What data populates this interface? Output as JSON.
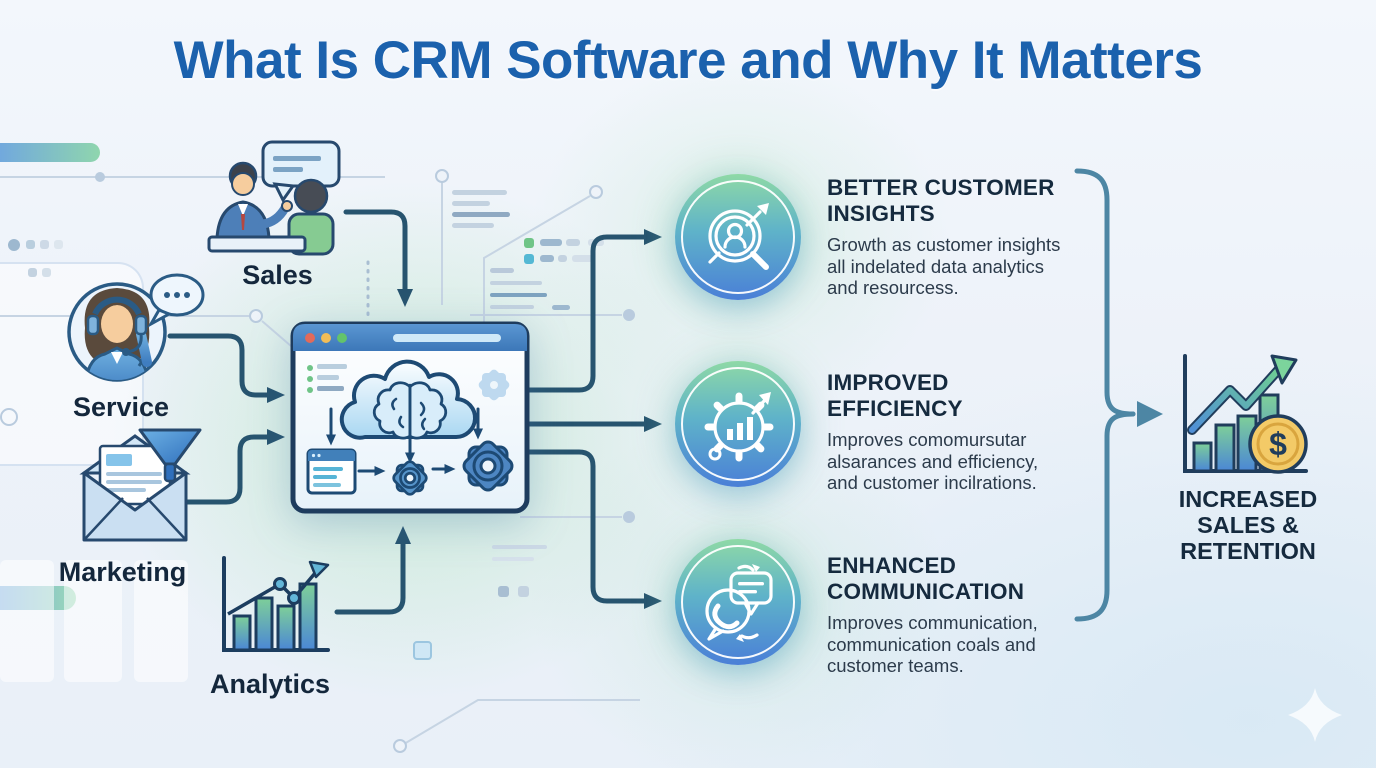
{
  "title": "What Is CRM Software and Why It Matters",
  "modules": [
    {
      "id": "sales",
      "label": "Sales",
      "icon": "salesperson-customer-icon"
    },
    {
      "id": "service",
      "label": "Service",
      "icon": "support-agent-headset-icon"
    },
    {
      "id": "marketing",
      "label": "Marketing",
      "icon": "email-funnel-icon"
    },
    {
      "id": "analytics",
      "label": "Analytics",
      "icon": "bar-chart-growth-icon"
    }
  ],
  "center": {
    "icon": "crm-browser-cloud-ai-gears-icon"
  },
  "benefits": [
    {
      "heading": "BETTER CUSTOMER INSIGHTS",
      "body": "Growth as customer insights all indelated data analytics and resourcess.",
      "icon": "customer-insight-magnifier-icon"
    },
    {
      "heading": "IMPROVED EFFICIENCY",
      "body": "Improves comomursutar alsarances and efficiency, and customer incilrations.",
      "icon": "efficiency-gear-chart-icon"
    },
    {
      "heading": "ENHANCED COMMUNICATION",
      "body": "Improves communication, communication coals and customer teams.",
      "icon": "communication-phone-chat-icon"
    }
  ],
  "outcome": {
    "label": "INCREASED SALES & RETENTION",
    "icon": "sales-growth-dollar-icon"
  },
  "colors": {
    "title": "#1b61ad",
    "heading": "#152a3e",
    "body": "#2c3b4b",
    "label": "#14273c",
    "connector": "#27546f",
    "bracket": "#4d86a4",
    "circle_top": "#8ed9a6",
    "circle_bottom": "#4a7fd7",
    "coin_gold": "#f3ca67"
  }
}
